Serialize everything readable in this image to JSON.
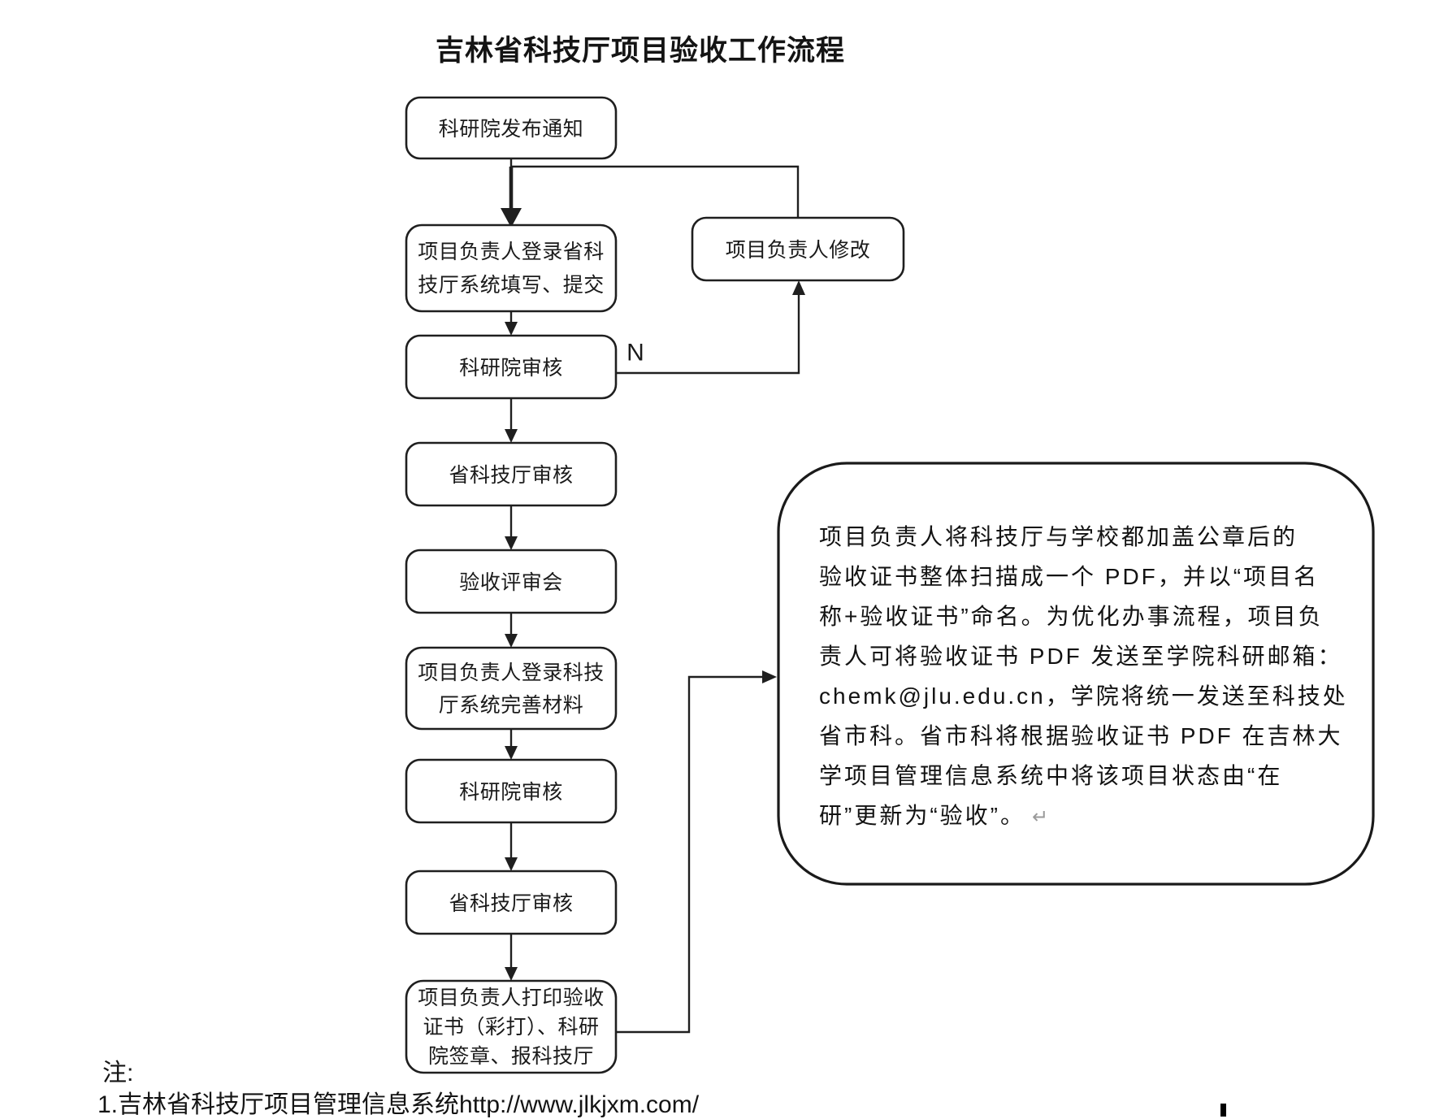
{
  "title": "吉林省科技厅项目验收工作流程",
  "flow": {
    "boxes": [
      {
        "lines": [
          "科研院发布通知"
        ]
      },
      {
        "lines": [
          "项目负责人登录省科",
          "技厅系统填写、提交"
        ]
      },
      {
        "lines": [
          "科研院审核"
        ]
      },
      {
        "lines": [
          "省科技厅审核"
        ]
      },
      {
        "lines": [
          "验收评审会"
        ]
      },
      {
        "lines": [
          "项目负责人登录科技",
          "厅系统完善材料"
        ]
      },
      {
        "lines": [
          "科研院审核"
        ]
      },
      {
        "lines": [
          "省科技厅审核"
        ]
      },
      {
        "lines": [
          "项目负责人打印验收",
          "证书（彩打）、科研",
          "院签章、报科技厅"
        ]
      }
    ],
    "modify_box": {
      "label": "项目负责人修改"
    },
    "branch_label": "N"
  },
  "info": {
    "lines": [
      "项目负责人将科技厅与学校都加盖公章后的",
      "验收证书整体扫描成一个 PDF，并以“项目名",
      "称+验收证书”命名。为优化办事流程，项目负",
      "责人可将验收证书 PDF 发送至学院科研邮箱：",
      "chemk@jlu.edu.cn，学院将统一发送至科技处",
      "省市科。省市科将根据验收证书 PDF 在吉林大",
      "学项目管理信息系统中将该项目状态由“在",
      "研”更新为“验收”。"
    ],
    "return_mark": "↵"
  },
  "note": {
    "prefix": "注:",
    "items": [
      "1.吉林省科技厅项目管理信息系统http://www.jlkjxm.com/"
    ]
  },
  "colors": {
    "line": "#1f1f1f",
    "text": "#1a1a1a",
    "return_mark": "#9a9a9a",
    "background": "#ffffff"
  }
}
